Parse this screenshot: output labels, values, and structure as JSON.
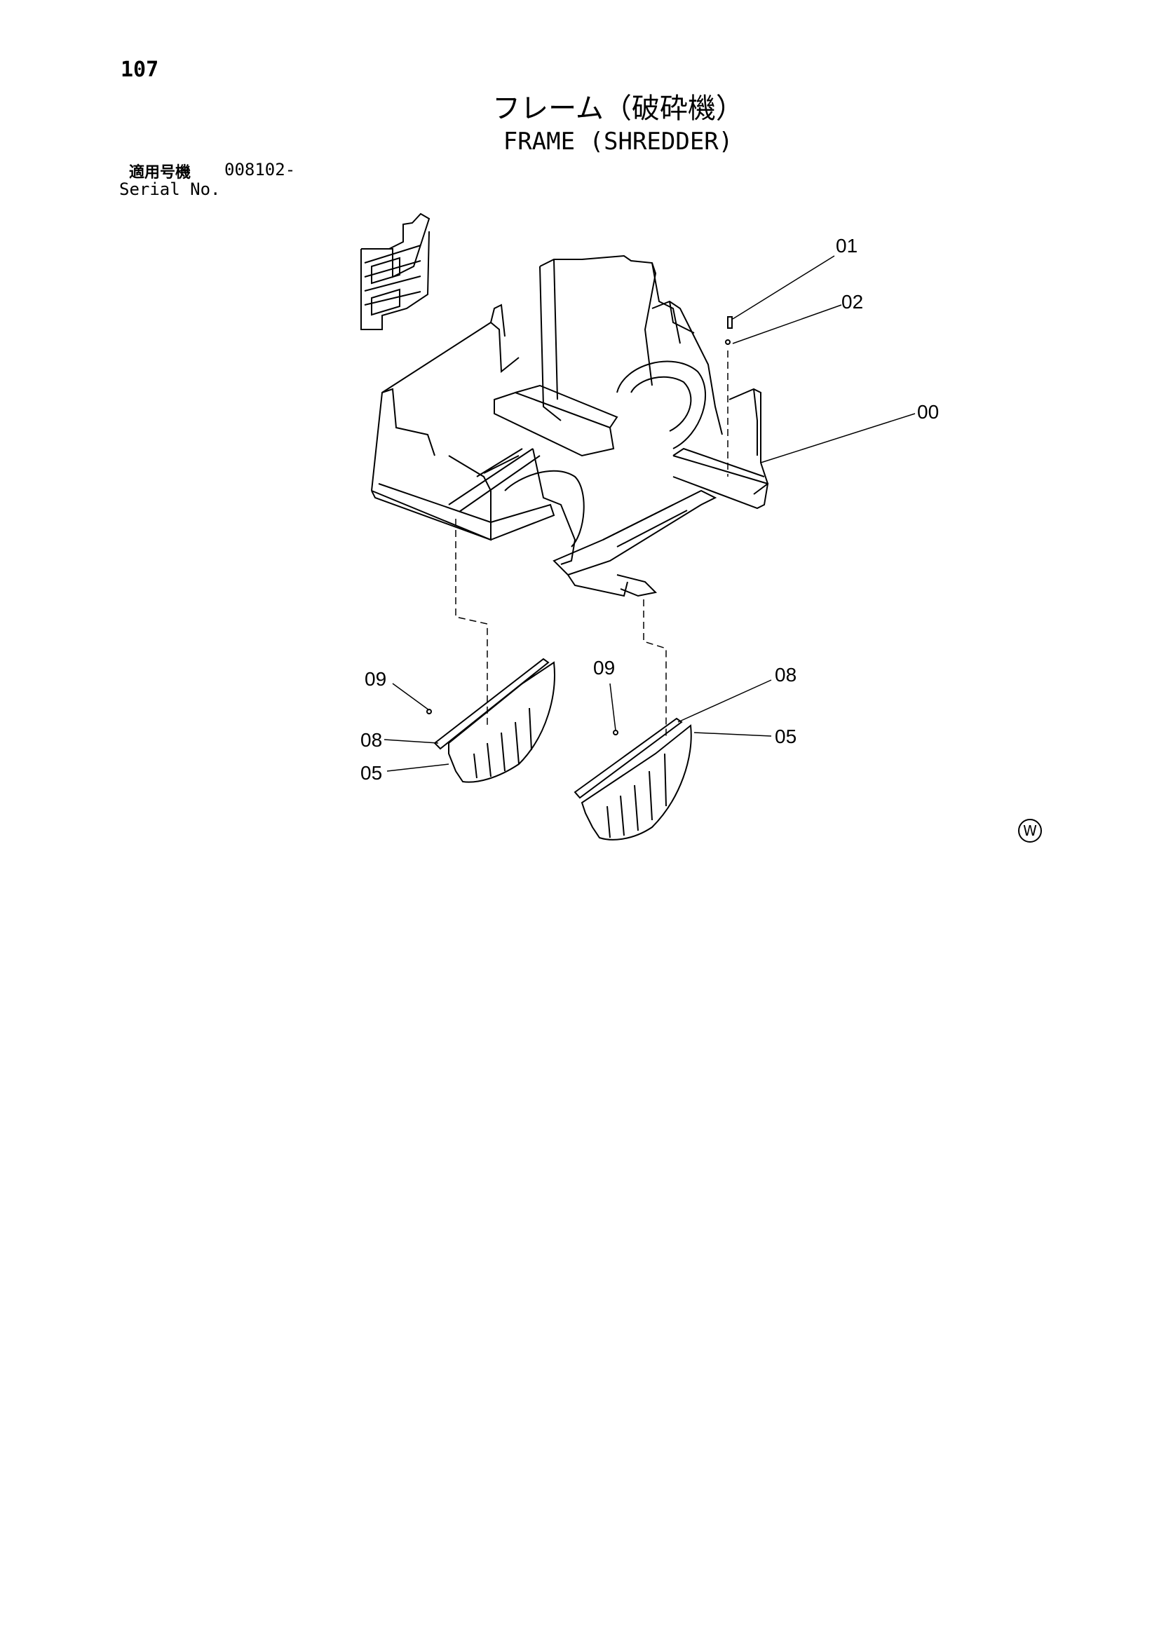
{
  "page_number": "107",
  "title": {
    "japanese": "フレーム（破砕機）",
    "english": "FRAME (SHREDDER)"
  },
  "serial": {
    "label_jp": "適用号機",
    "value": "008102-",
    "label_en": "Serial No."
  },
  "callouts": {
    "c01": "01",
    "c02": "02",
    "c00": "00",
    "c09_left": "09",
    "c08_left": "08",
    "c05_left": "05",
    "c09_right": "09",
    "c08_right": "08",
    "c05_right": "05"
  },
  "mark": "W",
  "icons": [
    "orientation-icon",
    "w-mark-icon"
  ]
}
